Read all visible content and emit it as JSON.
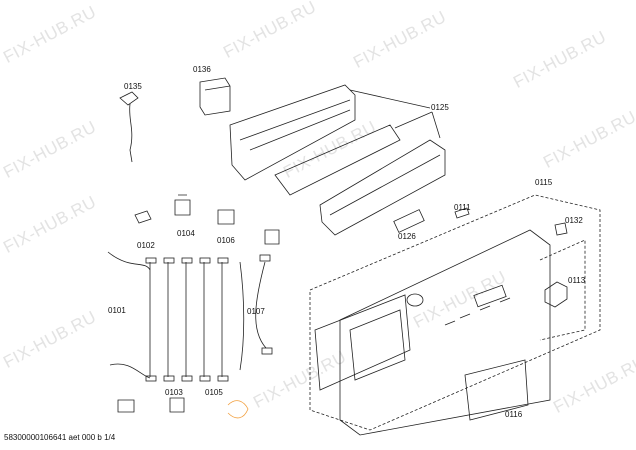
{
  "watermark": "FIX-HUB.RU",
  "parts": {
    "p0135": "0135",
    "p0136": "0136",
    "p0125": "0125",
    "p0115": "0115",
    "p0111": "0111",
    "p0132": "0132",
    "p0126": "0126",
    "p0113": "0113",
    "p0116": "0116",
    "p0102": "0102",
    "p0104": "0104",
    "p0106": "0106",
    "p0101": "0101",
    "p0107": "0107",
    "p0103": "0103",
    "p0105": "0105"
  },
  "footer": "58300000106641 aet 000 b 1/4"
}
